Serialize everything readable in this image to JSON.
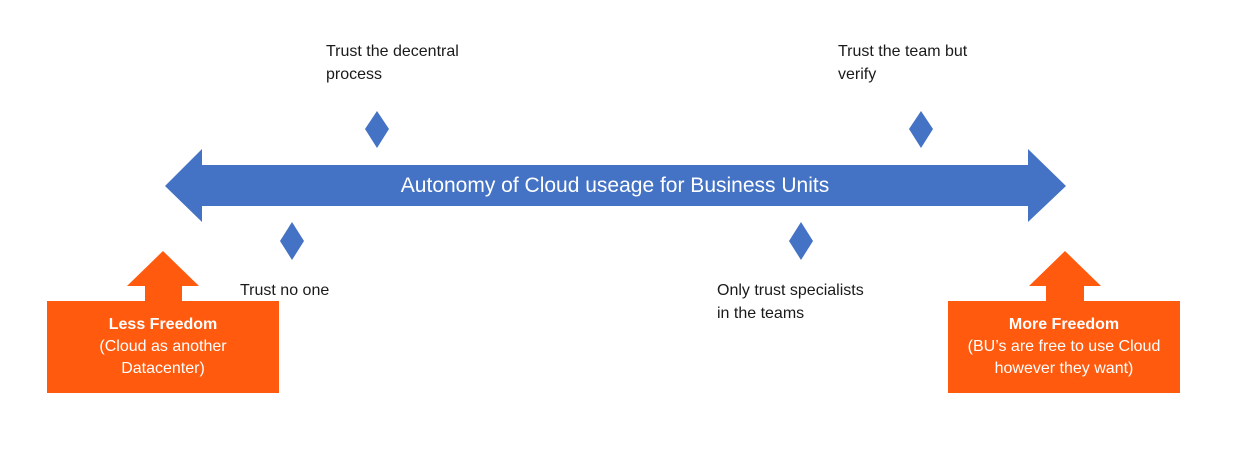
{
  "arrow": {
    "label": "Autonomy of Cloud useage for Business Units",
    "color": "#4472c4"
  },
  "markers": [
    {
      "id": "trust-no-one",
      "line1": "Trust no one",
      "line2": ""
    },
    {
      "id": "trust-decentral",
      "line1": "Trust the decentral",
      "line2": "process"
    },
    {
      "id": "trust-specialists",
      "line1": "Only trust specialists",
      "line2": "in the teams"
    },
    {
      "id": "trust-verify",
      "line1": "Trust the team but",
      "line2": "verify"
    }
  ],
  "callouts": {
    "left": {
      "title": "Less Freedom",
      "line1": "(Cloud as another",
      "line2": "Datacenter)"
    },
    "right": {
      "title": "More Freedom",
      "line1": "(BU’s are free to use Cloud",
      "line2": "however they want)"
    },
    "color": "#ff5a0d"
  }
}
